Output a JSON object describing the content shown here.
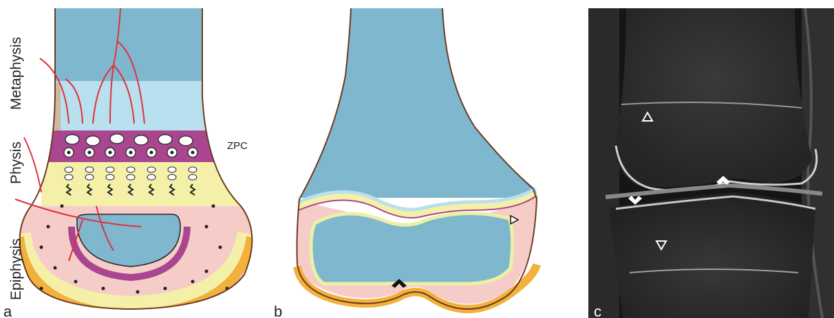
{
  "panels": {
    "a": {
      "letter": "a",
      "zone_labels": {
        "metaphysis": "Metaphysis",
        "physis": "Physis",
        "epiphysis": "Epiphysis"
      },
      "annotation": "ZPC"
    },
    "b": {
      "letter": "b"
    },
    "c": {
      "letter": "c"
    }
  },
  "colors": {
    "bone_blue": "#7fb7cf",
    "light_blue": "#b8e0ee",
    "purple": "#a9468f",
    "pale_yellow": "#f5f0a8",
    "pink": "#f6ccc9",
    "orange": "#f2b13c",
    "vessel_red": "#e0303a",
    "outline_brown": "#6b3a1f"
  },
  "icons": [
    "chevron-up-icon",
    "triangle-outline-icon",
    "chevron-down-icon",
    "triangle-down-outline-icon"
  ]
}
